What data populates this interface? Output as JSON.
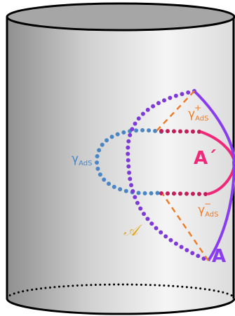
{
  "figure": {
    "labels": {
      "region_A": "A",
      "region_A_prime": "A´",
      "entanglement_wedge": "𝒜",
      "gamma_main": {
        "base": "γ",
        "sub": "AdS",
        "sup": ""
      },
      "gamma_plus": {
        "base": "γ",
        "sub": "AdS",
        "sup": "+"
      },
      "gamma_minus": {
        "base": "γ",
        "sub": "AdS",
        "sup": "−"
      }
    },
    "colors": {
      "cylinder_edge": "#000000",
      "cylinder_fill_dark": "#8f8f8f",
      "cylinder_fill_light": "#f4f4f4",
      "top_cap": "#a6a6a6",
      "region_A": "#8a3cf0",
      "region_A_prime": "#f0287a",
      "gamma_main": "#4a86c5",
      "gamma_pm": "#ee7d2a",
      "wedge_label": "#e0aa22",
      "A_prime_curve_dots": "#c21f5a"
    }
  }
}
